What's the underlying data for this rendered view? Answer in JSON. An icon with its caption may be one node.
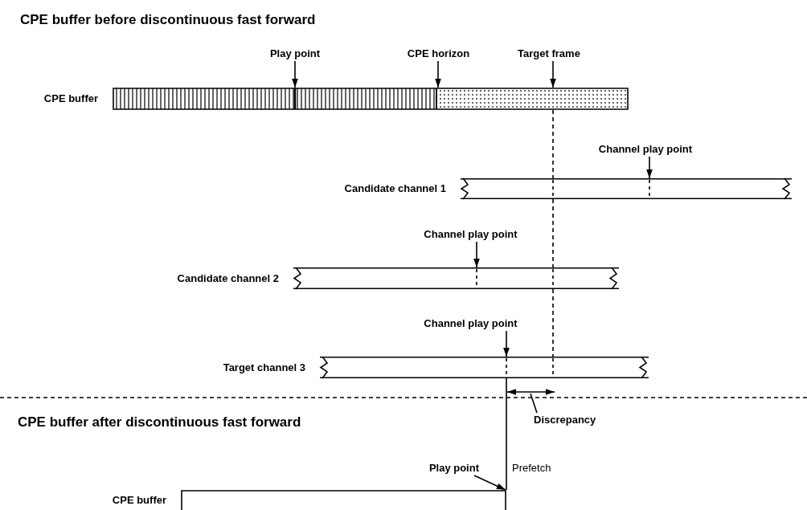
{
  "diagram": {
    "title": "CPE buffer before discontinuous fast forward",
    "nodes": [
      {
        "text": [],
        "shape": "bar",
        "beside": [
          "CPE buffer"
        ]
      },
      {
        "text": [
          "Play point"
        ]
      },
      {
        "text": [
          "CPE horizon"
        ]
      },
      {
        "text": [
          "Target frame"
        ]
      },
      {
        "text": [],
        "shape": "bar",
        "beside": [
          "Candidate channel 1"
        ]
      },
      {
        "text": [
          "Channel play point"
        ]
      },
      {
        "text": [],
        "shape": "bar",
        "beside": [
          "Candidate channel 2"
        ]
      },
      {
        "text": [
          "Channel play point"
        ]
      },
      {
        "text": [],
        "shape": "bar",
        "beside": [
          "Target channel 3"
        ]
      },
      {
        "text": [
          "Channel play point"
        ]
      },
      {
        "text": [],
        "shape": "bar",
        "beside": [
          "CPE buffer"
        ]
      },
      {
        "text": [
          "Play point"
        ]
      },
      {
        "text": [
          "Discrepancy"
        ]
      }
    ],
    "edges": [
      {
        "from": 1,
        "to": 0,
        "arrow": "to"
      },
      {
        "from": 2,
        "to": 0,
        "arrow": "to"
      },
      {
        "from": 3,
        "to": 0,
        "arrow": "to"
      },
      {
        "from": 5,
        "to": 4,
        "arrow": "to"
      },
      {
        "from": 7,
        "to": 6,
        "arrow": "to"
      },
      {
        "from": 9,
        "to": 8,
        "arrow": "to"
      },
      {
        "from": 8,
        "to": 10,
        "arrow": "none"
      },
      {
        "from": 11,
        "to": 10,
        "arrow": "to"
      },
      {
        "from": 12,
        "to": null,
        "arrow": "none"
      },
      {
        "from": 0,
        "to": 4,
        "arrow": "none",
        "style": "dashed"
      },
      {
        "from": 4,
        "to": 6,
        "arrow": "none",
        "style": "dashed"
      },
      {
        "from": 6,
        "to": 8,
        "arrow": "none",
        "style": "dashed"
      }
    ],
    "labels": [
      "CPE buffer after discontinuous fast forward",
      "Prefetch"
    ]
  }
}
